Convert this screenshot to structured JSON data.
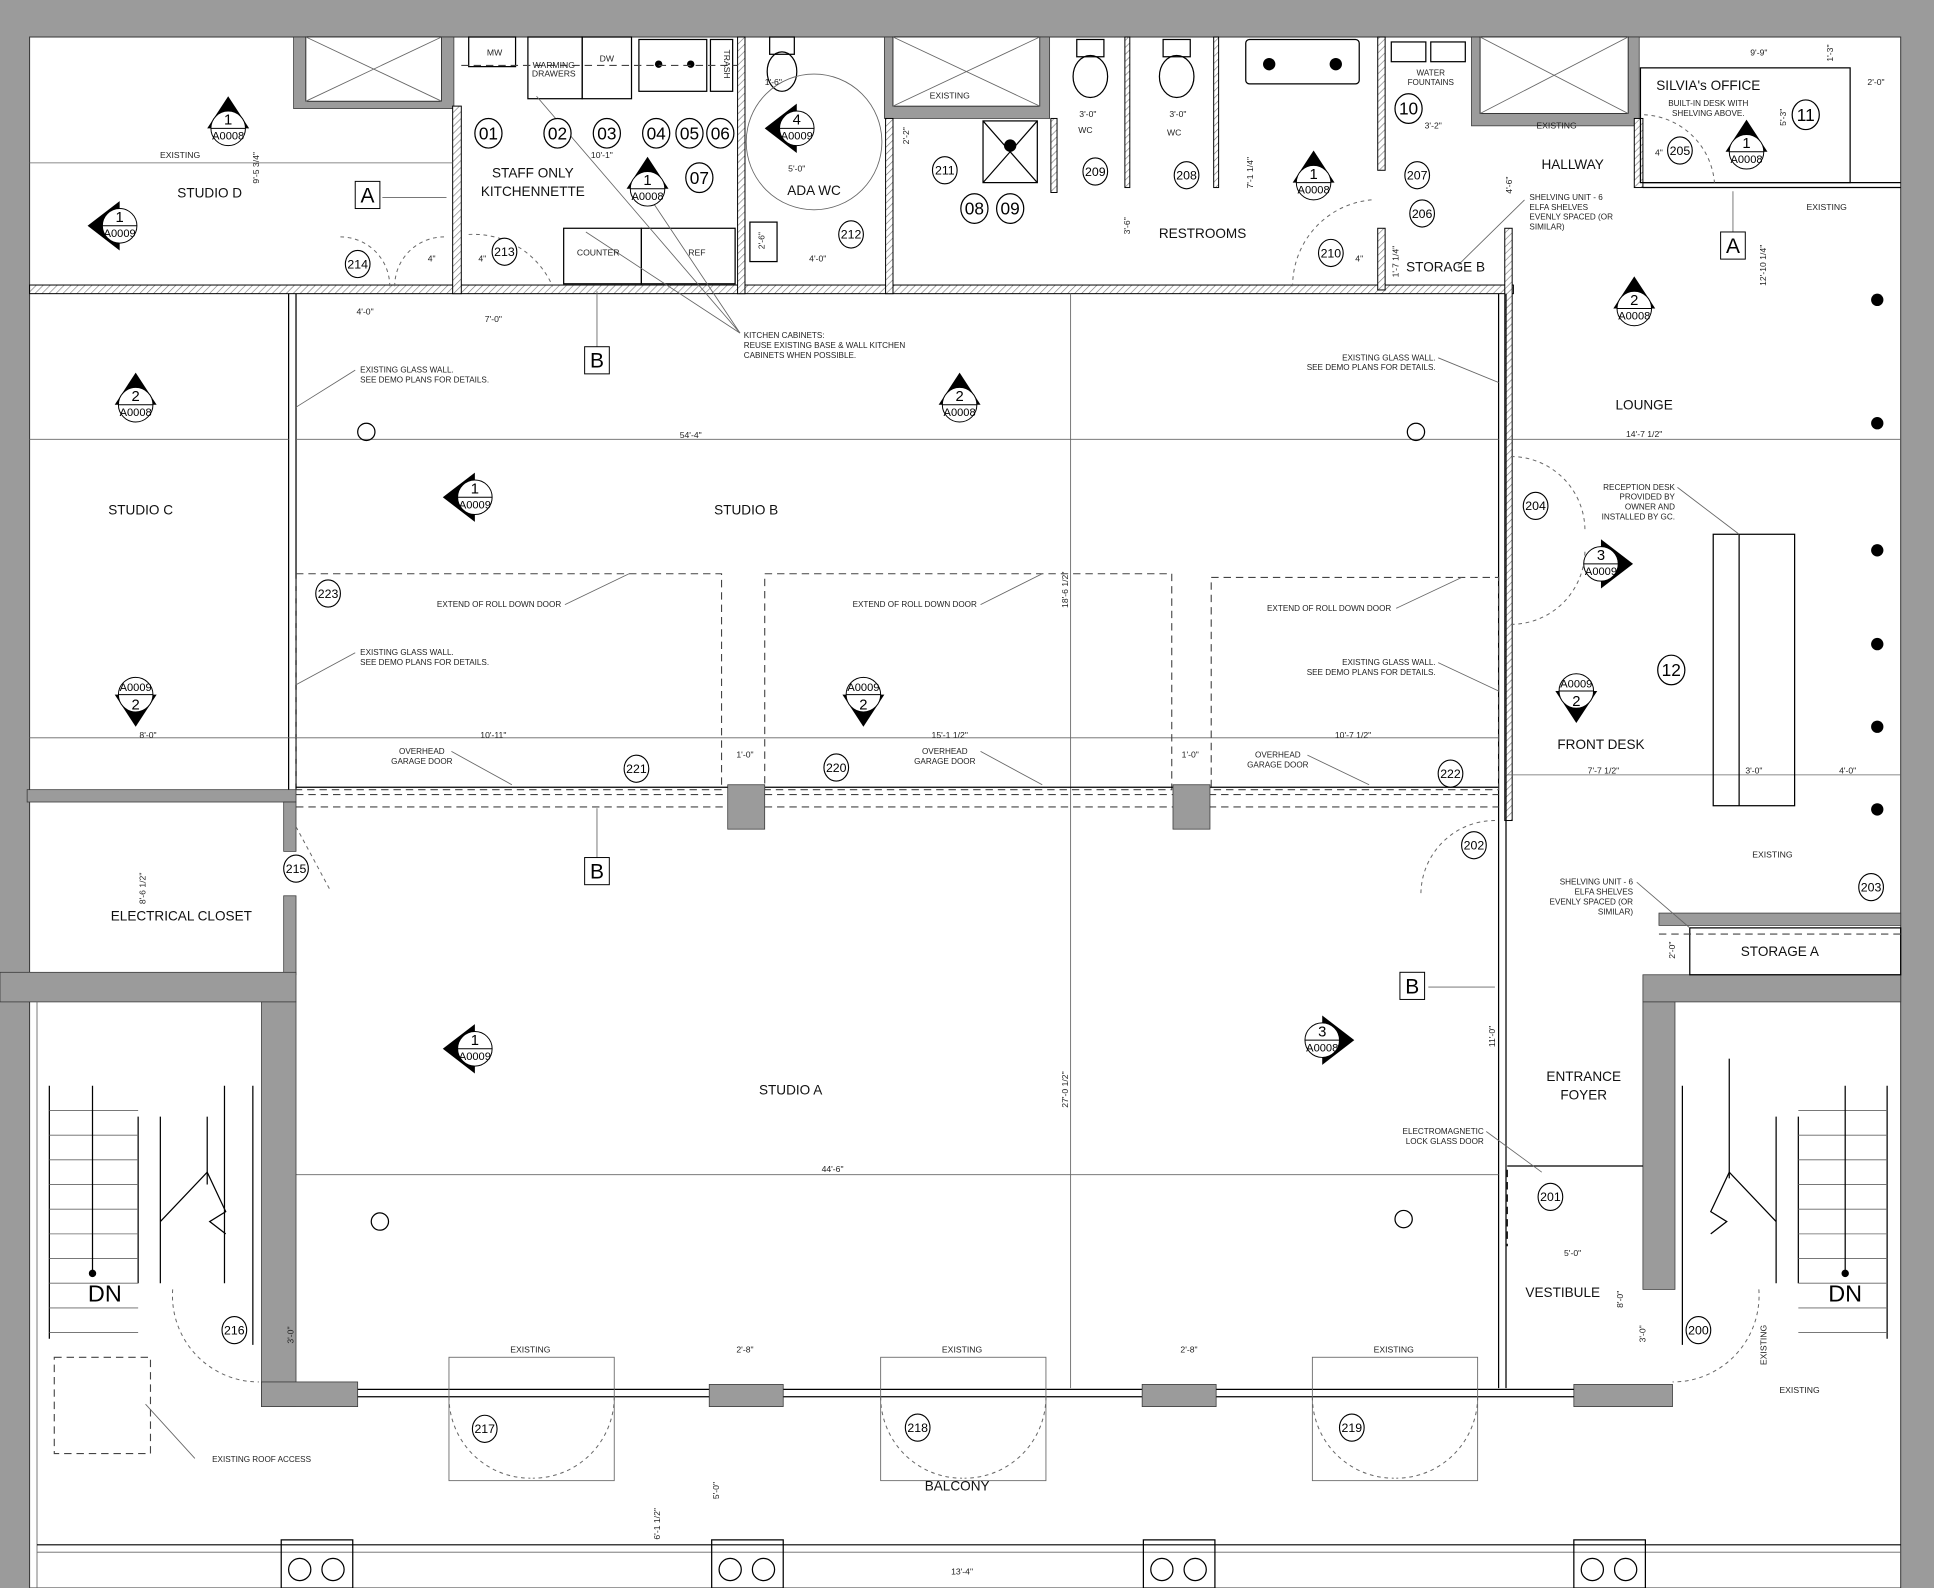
{
  "rooms": [
    [
      "STUDIO D"
    ],
    [
      "STAFF ONLY",
      "KITCHENNETTE"
    ],
    [
      "ADA WC"
    ],
    [
      "RESTROOMS"
    ],
    [
      "STORAGE B"
    ],
    [
      "HALLWAY"
    ],
    [
      "SILVIA's OFFICE"
    ],
    [
      "LOUNGE"
    ],
    [
      "STUDIO C"
    ],
    [
      "STUDIO B"
    ],
    [
      "FRONT DESK"
    ],
    [
      "ELECTRICAL CLOSET"
    ],
    [
      "STORAGE A"
    ],
    [
      "STUDIO A"
    ],
    [
      "ENTRANCE",
      "FOYER"
    ],
    [
      "VESTIBULE"
    ],
    [
      "BALCONY"
    ]
  ],
  "door_tags": [
    "214",
    "213",
    "212",
    "211",
    "209",
    "208",
    "210",
    "207",
    "206",
    "205",
    "204",
    "223",
    "221",
    "220",
    "222",
    "202",
    "203",
    "215",
    "201",
    "216",
    "200",
    "217",
    "218",
    "219"
  ],
  "equipment_tags": [
    "01",
    "02",
    "03",
    "04",
    "05",
    "06",
    "07",
    "08",
    "09",
    "10",
    "11",
    "12"
  ],
  "section_markers": [
    {
      "top": "1",
      "bottom": "A0008"
    },
    {
      "top": "1",
      "bottom": "A0009"
    },
    {
      "top": "1",
      "bottom": "A0008"
    },
    {
      "top": "4",
      "bottom": "A0009"
    },
    {
      "top": "1",
      "bottom": "A0008"
    },
    {
      "top": "1",
      "bottom": "A0008"
    },
    {
      "top": "2",
      "bottom": "A0008"
    },
    {
      "top": "2",
      "bottom": "A0008"
    },
    {
      "top": "2",
      "bottom": "A0008"
    },
    {
      "top": "1",
      "bottom": "A0009"
    },
    {
      "top": "3",
      "bottom": "A0009"
    },
    {
      "top": "A0009",
      "bottom": "2"
    },
    {
      "top": "A0009",
      "bottom": "2"
    },
    {
      "top": "A0009",
      "bottom": "2"
    },
    {
      "top": "1",
      "bottom": "A0009"
    },
    {
      "top": "3",
      "bottom": "A0008"
    }
  ],
  "grid_bubbles": [
    "A",
    "A",
    "B",
    "B",
    "B"
  ],
  "kitchen": {
    "mw": "MW",
    "warming": [
      "WARMING",
      "DRAWERS"
    ],
    "dw": "DW",
    "trash": "TRASH",
    "counter": "COUNTER",
    "ref": "REF"
  },
  "existing_label": [
    "EXISTING",
    "EXISTING",
    "EXISTING",
    "EXISTING",
    "EXISTING",
    "EXISTING",
    "EXISTING",
    "EXISTING",
    "EXISTING",
    "EXISTING"
  ],
  "dimensions": [
    "9'-5 3/4\"",
    "10'-1\"",
    "5'-0\"",
    "2'-6\"",
    "4'-0\"",
    "2'-2\"",
    "1'-6\"",
    "3'-0\"",
    "3'-0\"",
    "3'-6\"",
    "7'-1 1/4\"",
    "3'-2\"",
    "4'-6\"",
    "1'-7 1/4\"",
    "9'-9\"",
    "1'-3\"",
    "2'-0\"",
    "5'-3\"",
    "12'-10 1/4\"",
    "4'-0\"",
    "7'-0\"",
    "54'-4\"",
    "14'-7 1/2\"",
    "18'-6 1/2\"",
    "7'-7 1/2\"",
    "3'-0\"",
    "4'-0\"",
    "10'-11\"",
    "15'-1 1/2\"",
    "10'-7 1/2\"",
    "1'-0\"",
    "1'-0\"",
    "27'-0 1/2\"",
    "44'-6\"",
    "11'-0\"",
    "5'-0\"",
    "8'-0\"",
    "3'-0\"",
    "3'-0\"",
    "2'-8\"",
    "2'-8\"",
    "6'-1 1/2\"",
    "5'-0\"",
    "13'-4\"",
    "2'-0\"",
    "8'-0\"",
    "8'-6 1/2\"",
    "4\"",
    "4\"",
    "4\"",
    "4\""
  ],
  "wc_labels": [
    "WC",
    "WC"
  ],
  "notes": {
    "kitchen_cabinets": [
      "KITCHEN CABINETS:",
      "REUSE EXISTING BASE & WALL KITCHEN",
      "CABINETS WHEN POSSIBLE."
    ],
    "glass_wall": [
      "EXISTING GLASS WALL.",
      "SEE DEMO PLANS FOR DETAILS."
    ],
    "roll_down": "EXTEND OF ROLL DOWN DOOR",
    "garage_door": [
      "OVERHEAD",
      "GARAGE DOOR"
    ],
    "reception_desk": [
      "RECEPTION DESK",
      "PROVIDED BY",
      "OWNER AND",
      "INSTALLED BY GC."
    ],
    "shelving": [
      "SHELVING UNIT - 6",
      "ELFA SHELVES",
      "EVENLY SPACED (OR",
      "SIMILAR)"
    ],
    "built_in_desk": [
      "BUILT-IN DESK WITH",
      "SHELVING ABOVE."
    ],
    "water_fountains": [
      "WATER",
      "FOUNTAINS"
    ],
    "mag_lock": [
      "ELECTROMAGNETIC",
      "LOCK GLASS DOOR"
    ],
    "roof_access": "EXISTING ROOF ACCESS"
  },
  "stair_labels": [
    "DN",
    "DN"
  ],
  "colors": {
    "wall_gray": "#9b9b9b",
    "line": "#000000",
    "background": "#ffffff"
  }
}
